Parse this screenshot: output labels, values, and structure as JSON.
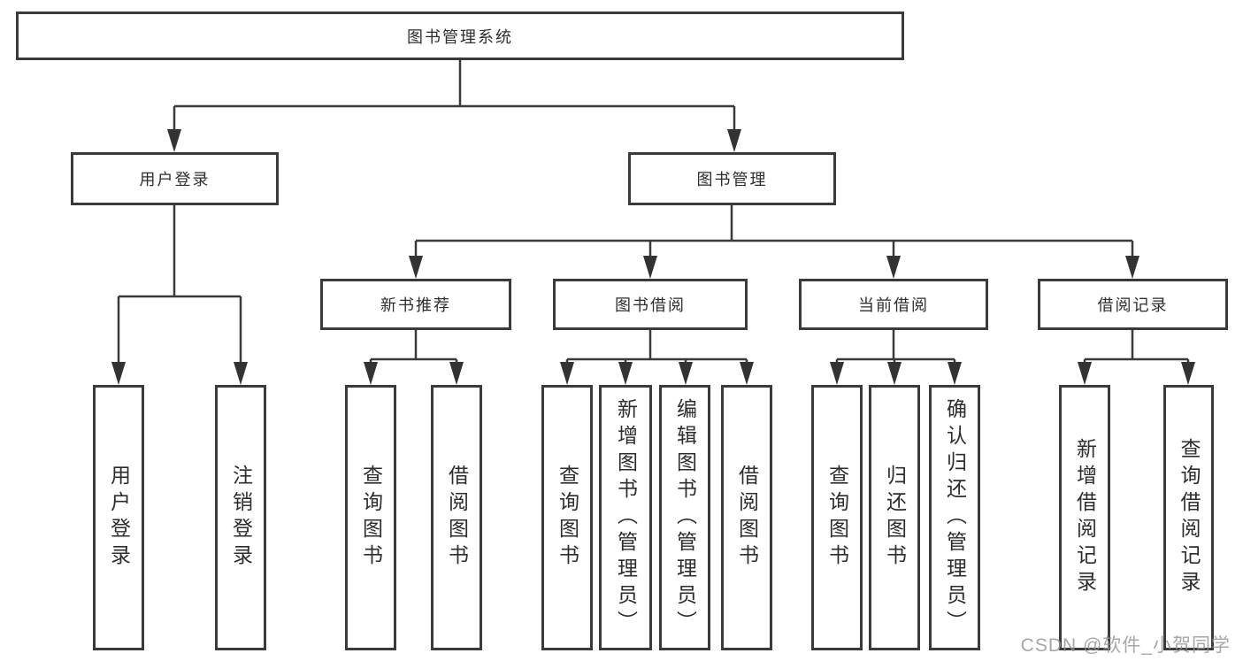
{
  "diagram": {
    "root": {
      "label": "图书管理系统"
    },
    "branches": [
      {
        "label": "用户登录",
        "children": [
          {
            "label": "用户登录"
          },
          {
            "label": "注销登录"
          }
        ]
      },
      {
        "label": "图书管理",
        "children": [
          {
            "label": "新书推荐",
            "children": [
              {
                "label": "查询图书"
              },
              {
                "label": "借阅图书"
              }
            ]
          },
          {
            "label": "图书借阅",
            "children": [
              {
                "label": "查询图书"
              },
              {
                "label": "新增图书（管理员）"
              },
              {
                "label": "编辑图书（管理员）"
              },
              {
                "label": "借阅图书"
              }
            ]
          },
          {
            "label": "当前借阅",
            "children": [
              {
                "label": "查询图书"
              },
              {
                "label": "归还图书"
              },
              {
                "label": "确认归还（管理员）"
              }
            ]
          },
          {
            "label": "借阅记录",
            "children": [
              {
                "label": "新增借阅记录"
              },
              {
                "label": "查询借阅记录"
              }
            ]
          }
        ]
      }
    ]
  },
  "watermark": {
    "text": "CSDN @软件_小贺同学"
  },
  "colors": {
    "line": "#3a3a3a",
    "text": "#2d2d2d",
    "background": "#ffffff",
    "watermark": "#949494"
  }
}
